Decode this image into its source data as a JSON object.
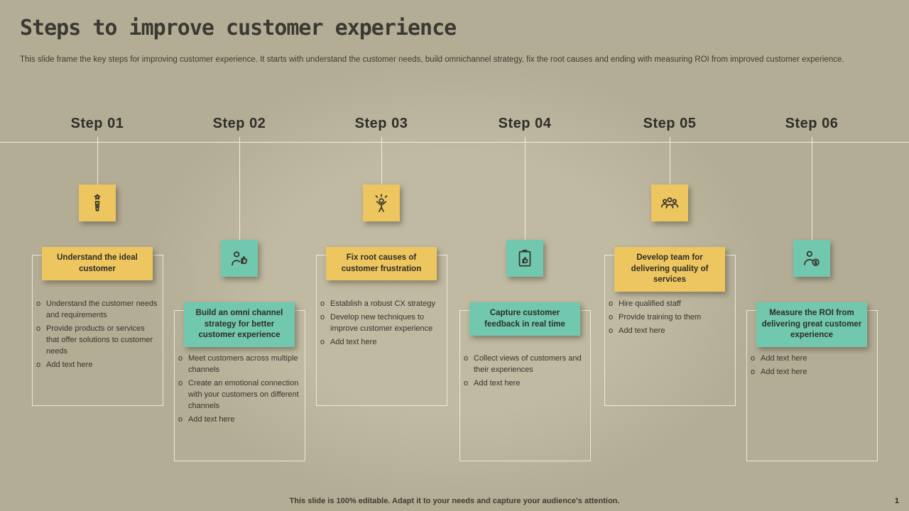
{
  "slide": {
    "title": "Steps to improve customer experience",
    "subtitle": "This slide frame the key steps for improving customer experience. It starts with understand the customer needs, build omnichannel strategy, fix the root causes and ending with measuring ROI from improved customer experience.",
    "footer": "This slide is 100% editable. Adapt it to your needs and capture your audience's attention.",
    "page_number": "1",
    "bullet_marker": "o"
  },
  "colors": {
    "background": "#b4ad96",
    "accent_yellow": "#eec65f",
    "accent_teal": "#72c8ae",
    "text_dark": "#35342c",
    "line_light": "#f6f3e7"
  },
  "steps": [
    {
      "label": "Step 01",
      "accent": "yellow",
      "icon": "idea-person-icon",
      "heading": "Understand the ideal customer",
      "bullets": [
        "Understand the customer needs and requirements",
        "Provide products or services that offer solutions to customer needs",
        "Add text here"
      ]
    },
    {
      "label": "Step 02",
      "accent": "teal",
      "icon": "thumbs-up-person-icon",
      "heading": "Build an omni channel strategy for better customer experience",
      "bullets": [
        "Meet customers across multiple channels",
        "Create an emotional connection with your customers on different channels",
        "Add text here"
      ]
    },
    {
      "label": "Step 03",
      "accent": "yellow",
      "icon": "frustrated-person-icon",
      "heading": "Fix root causes of customer frustration",
      "bullets": [
        "Establish a robust CX strategy",
        "Develop new techniques to improve customer experience",
        "Add text here"
      ]
    },
    {
      "label": "Step 04",
      "accent": "teal",
      "icon": "feedback-clipboard-icon",
      "heading": "Capture customer feedback in real time",
      "bullets": [
        "Collect views of customers and their experiences",
        "Add text here"
      ]
    },
    {
      "label": "Step 05",
      "accent": "yellow",
      "icon": "team-icon",
      "heading": "Develop team for delivering quality of services",
      "bullets": [
        "Hire qualified staff",
        "Provide training to them",
        "Add text here"
      ]
    },
    {
      "label": "Step 06",
      "accent": "teal",
      "icon": "person-dollar-icon",
      "heading": "Measure the ROI from delivering great customer experience",
      "bullets": [
        "Add text here",
        "Add text here"
      ]
    }
  ]
}
